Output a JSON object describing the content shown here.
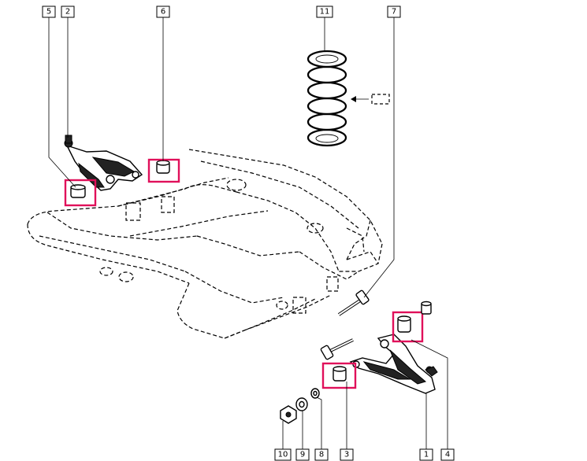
{
  "diagram": {
    "callouts": [
      {
        "id": "c5",
        "label": "5"
      },
      {
        "id": "c2",
        "label": "2"
      },
      {
        "id": "c6",
        "label": "6"
      },
      {
        "id": "c11",
        "label": "11"
      },
      {
        "id": "c7",
        "label": "7"
      },
      {
        "id": "c10",
        "label": "10"
      },
      {
        "id": "c9",
        "label": "9"
      },
      {
        "id": "c8",
        "label": "8"
      },
      {
        "id": "c3",
        "label": "3"
      },
      {
        "id": "c1",
        "label": "1"
      },
      {
        "id": "c4",
        "label": "4"
      }
    ],
    "highlight_color": "#e0105a"
  }
}
